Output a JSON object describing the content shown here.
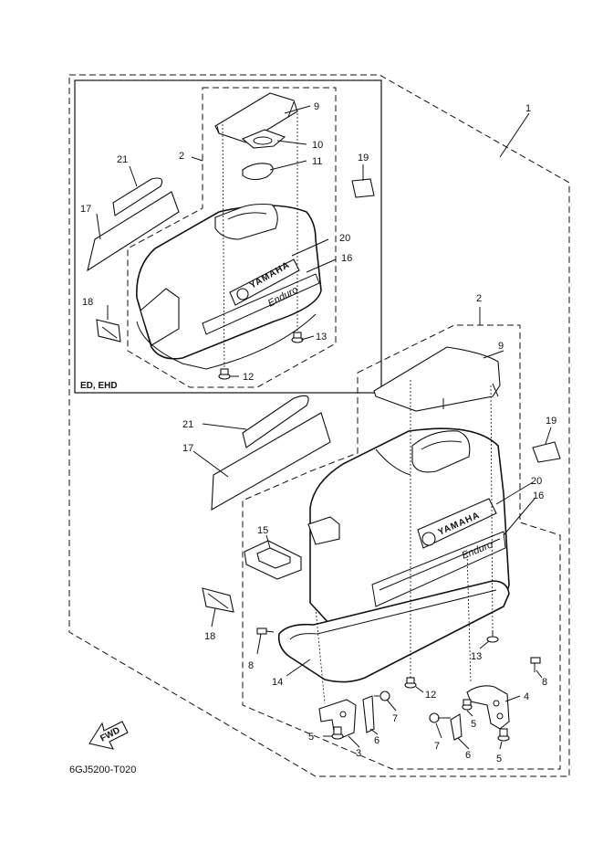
{
  "diagram": {
    "variant_label": "ED, EHD",
    "drawing_code": "6GJ5200-T020",
    "fwd_label": "FWD",
    "brand_text": "YAMAHA",
    "model_text": "Enduro"
  },
  "callouts": {
    "c1": "1",
    "c2a": "2",
    "c9a": "9",
    "c10": "10",
    "c11": "11",
    "c19a": "19",
    "c21a": "21",
    "c17a": "17",
    "c20a": "20",
    "c16a": "16",
    "c18a": "18",
    "c13a": "13",
    "c12a": "12",
    "c2b": "2",
    "c9b": "9",
    "c19b": "19",
    "c21b": "21",
    "c17b": "17",
    "c20b": "20",
    "c16b": "16",
    "c15": "15",
    "c18b": "18",
    "c8a": "8",
    "c14": "14",
    "c13b": "13",
    "c8b": "8",
    "c12b": "12",
    "c4": "4",
    "c7a": "7",
    "c6a": "6",
    "c5a": "5",
    "c3": "3",
    "c7b": "7",
    "c6b": "6",
    "c5b": "5",
    "c5c": "5"
  }
}
